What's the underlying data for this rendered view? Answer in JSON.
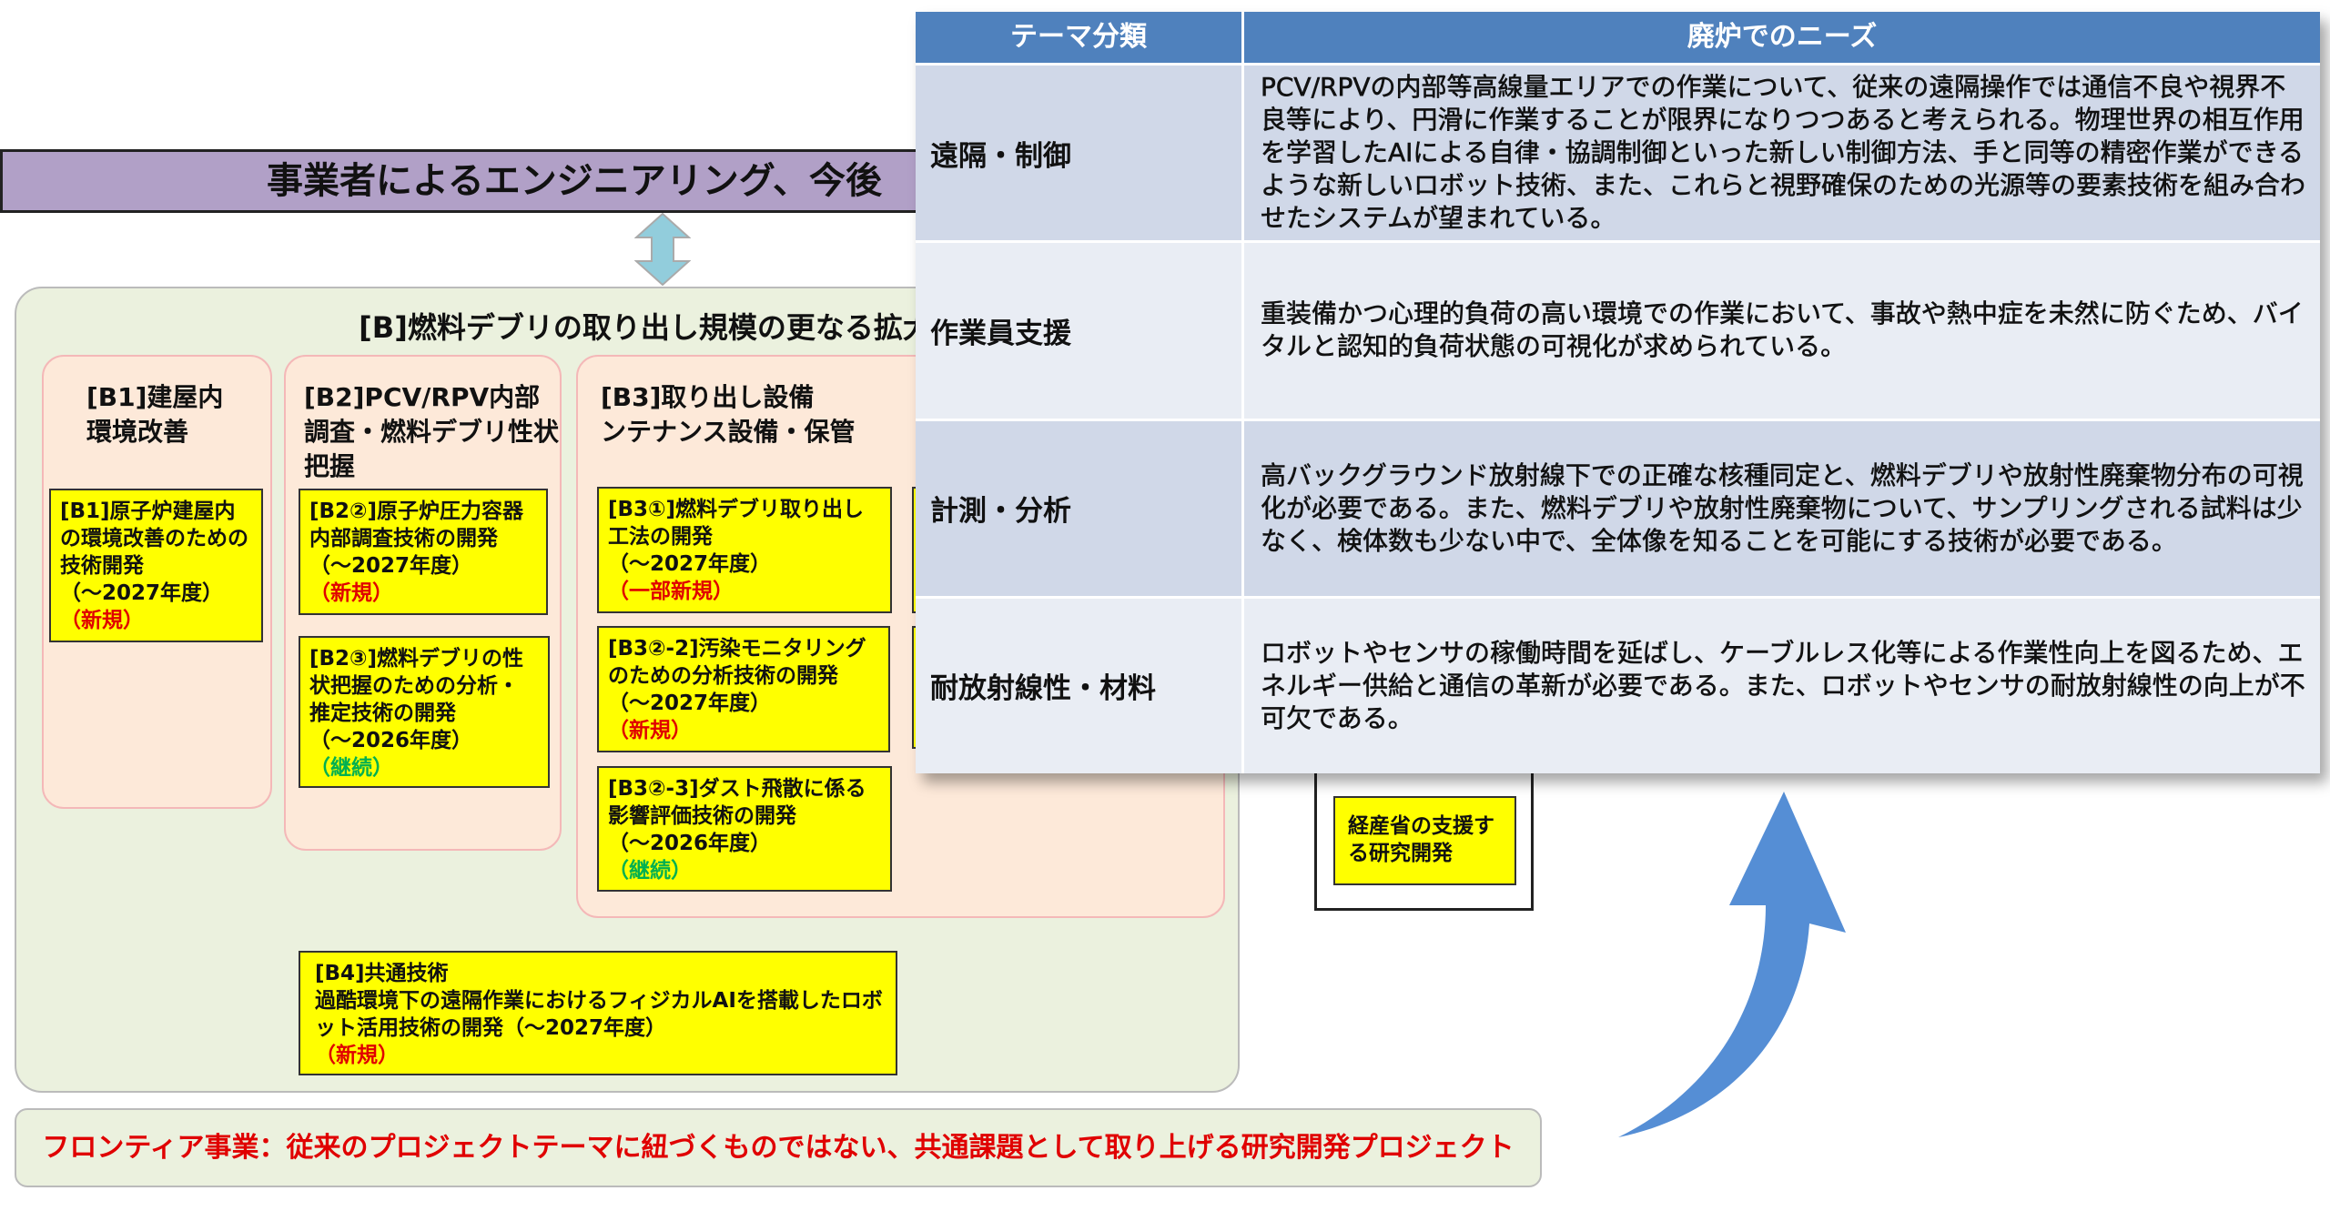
{
  "banner": {
    "title": "事業者によるエンジニアリング、今後"
  },
  "main": {
    "title": "[B]燃料デブリの取り出し規模の更なる拡大",
    "groups": [
      {
        "header": "[B1]建屋内\n環境改善"
      },
      {
        "header": "[B2]PCV/RPV内部\n調査・燃料デブリ性状\n把握"
      },
      {
        "header": "[B3]取り出し設備\nンテナンス設備・保管"
      }
    ],
    "projects": {
      "b1": {
        "title": "[B1]原子炉建屋内の環境改善のための技術開発",
        "period": "（～2027年度）",
        "status": "（新規）"
      },
      "b2_2": {
        "title": "[B2②]原子炉圧力容器内部調査技術の開発",
        "period": "（～2027年度）",
        "status": "（新規）"
      },
      "b2_3": {
        "title": "[B2③]燃料デブリの性状把握のための分析・推定技術の開発",
        "period": "（～2026年度）",
        "status": "（継続）"
      },
      "b3_1": {
        "title": "[B3①]燃料デブリ取り出し工法の開発",
        "period": "（～2027年度）",
        "status": "（一部新規）"
      },
      "b3_2_2": {
        "title": "[B3②-2]汚染モニタリングのための分析技術の開発",
        "period": "（～2027年度）",
        "status": "（新規）"
      },
      "b3_2_3": {
        "title": "[B3②-3]ダスト飛散に係る影響評価技術の開発",
        "period": "（～2026年度）",
        "status": "（継続）"
      },
      "b4": {
        "title": "[B4]共通技術",
        "subtitle": "過酷環境下の遠隔作業におけるフィジカルAIを搭載したロボット活用技術の開発（～2027年度）",
        "status": "（新規）"
      }
    },
    "meti": "経産省の支援する研究開発",
    "frontier": "フロンティア事業：従来のプロジェクトテーマに紐づくものではない、共通課題として取り上げる研究開発プロジェクト"
  },
  "table": {
    "headers": [
      "テーマ分類",
      "廃炉でのニーズ"
    ],
    "rows": [
      {
        "category": "遠隔・制御",
        "need": "PCV/RPVの内部等高線量エリアでの作業について、従来の遠隔操作では通信不良や視界不良等により、円滑に作業することが限界になりつつあると考えられる。物理世界の相互作用を学習したAIによる自律・協調制御といった新しい制御方法、手と同等の精密作業ができるような新しいロボット技術、また、これらと視野確保のための光源等の要素技術を組み合わせたシステムが望まれている。"
      },
      {
        "category": "作業員支援",
        "need": "重装備かつ心理的負荷の高い環境での作業において、事故や熱中症を未然に防ぐため、バイタルと認知的負荷状態の可視化が求められている。"
      },
      {
        "category": "計測・分析",
        "need": "高バックグラウンド放射線下での正確な核種同定と、燃料デブリや放射性廃棄物分布の可視化が必要である。また、燃料デブリや放射性廃棄物について、サンプリングされる試料は少なく、検体数も少ない中で、全体像を知ることを可能にする技術が必要である。"
      },
      {
        "category": "耐放射線性・材料",
        "need": "ロボットやセンサの稼働時間を延ばし、ケーブルレス化等による作業性向上を図るため、エネルギー供給と通信の革新が必要である。また、ロボットやセンサの耐放射線性の向上が不可欠である。"
      }
    ]
  },
  "colors": {
    "banner": "#b1a0c7",
    "table_header": "#4f81bd",
    "arrow": "#558ed5",
    "new": "#e00000",
    "continued": "#00b050"
  }
}
